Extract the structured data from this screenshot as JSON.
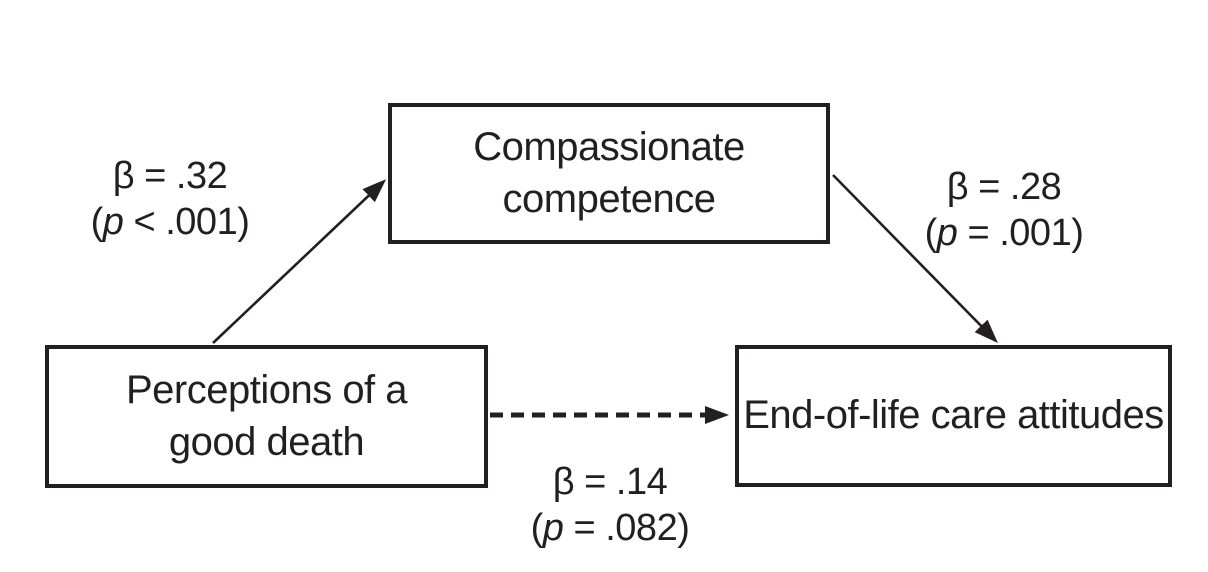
{
  "colors": {
    "line": "#231f20",
    "background": "#ffffff"
  },
  "boxes": {
    "mediator": {
      "line1": "Compassionate",
      "line2": "competence"
    },
    "predictor": {
      "line1": "Perceptions of a",
      "line2": "good death"
    },
    "outcome": {
      "line1": "End-of-life care attitudes"
    }
  },
  "labels": {
    "path_a": {
      "beta": "β = .32",
      "p_open": "(",
      "p_var": "p",
      "p_rest": " < .001)"
    },
    "path_b": {
      "beta": "β = .28",
      "p_open": "(",
      "p_var": "p",
      "p_rest": " = .001)"
    },
    "path_c": {
      "beta": "β = .14",
      "p_open": "(",
      "p_var": "p",
      "p_rest": " = .082)"
    }
  }
}
